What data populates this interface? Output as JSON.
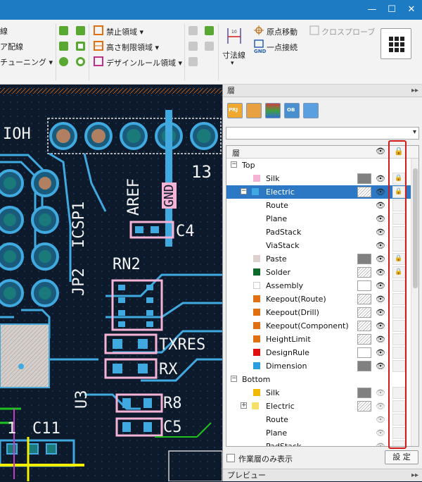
{
  "window": {
    "minimize_glyph": "—",
    "restore_glyph": "☐",
    "close_glyph": "✕"
  },
  "ribbon": {
    "left_labels": [
      "線",
      "ア配線",
      "チューニング ▾"
    ],
    "menu1": [
      "禁止領域 ▾",
      "高さ制限領域 ▾",
      "デザインルール領域 ▾"
    ],
    "dim_label": "寸法線",
    "dim_dropdown": "▾",
    "move_origin": "原点移動",
    "cross_probe": "クロスプローブ",
    "one_point": "一点接続",
    "gnd_text": "GND"
  },
  "pcb": {
    "labels": {
      "ioh": "IOH",
      "aref": "AREF",
      "gnd": "GND",
      "num13": "13",
      "jp2": "JP2",
      "icsp1": "ICSP1",
      "c4": "C4",
      "rn2": "RN2",
      "txres": "TXRES",
      "rx": "RX",
      "u3": "U3",
      "r8": "R8",
      "c5": "C5",
      "c11": "C11",
      "one": "1"
    }
  },
  "panel": {
    "title": "層",
    "pin": "▸▸",
    "combo_arrow": "▾",
    "tree_header": "層",
    "toolbar_icons": [
      {
        "name": "prj-icon",
        "text": "PRJ"
      },
      {
        "name": "layers-stack-icon",
        "text": ""
      },
      {
        "name": "layer-color-icon",
        "text": ""
      },
      {
        "name": "view-icon",
        "text": "OB"
      },
      {
        "name": "window-icon",
        "text": ""
      }
    ],
    "rows": [
      {
        "label": "Top",
        "indent": 0,
        "toggle": "−",
        "swatch": null,
        "color_box": null,
        "eye": "",
        "lock": "",
        "group": true
      },
      {
        "label": "Silk",
        "indent": 2,
        "toggle": null,
        "swatch": "#f5b3d6",
        "color_box": "#808080",
        "eye": "👁",
        "lock": "🔒"
      },
      {
        "label": "Electric",
        "indent": 1,
        "toggle": "−",
        "swatch": "#3fa9e0",
        "color_box": "hatch",
        "eye": "👁",
        "lock": "🔒",
        "selected": true
      },
      {
        "label": "Route",
        "indent": 3,
        "toggle": null,
        "swatch": null,
        "color_box": null,
        "eye": "👁",
        "lock": ""
      },
      {
        "label": "Plane",
        "indent": 3,
        "toggle": null,
        "swatch": null,
        "color_box": null,
        "eye": "👁",
        "lock": ""
      },
      {
        "label": "PadStack",
        "indent": 3,
        "toggle": null,
        "swatch": null,
        "color_box": null,
        "eye": "👁",
        "lock": ""
      },
      {
        "label": "ViaStack",
        "indent": 3,
        "toggle": null,
        "swatch": null,
        "color_box": null,
        "eye": "👁",
        "lock": ""
      },
      {
        "label": "Paste",
        "indent": 2,
        "toggle": null,
        "swatch": "#ddd0cd",
        "color_box": "#808080",
        "eye": "👁",
        "lock": "🔒"
      },
      {
        "label": "Solder",
        "indent": 2,
        "toggle": null,
        "swatch": "#0d6b2a",
        "color_box": "hatch",
        "eye": "👁",
        "lock": "🔒"
      },
      {
        "label": "Assembly",
        "indent": 2,
        "toggle": null,
        "swatch": "#ffffff",
        "color_box": "#ffffff",
        "eye": "👁",
        "lock": ""
      },
      {
        "label": "Keepout(Route)",
        "indent": 2,
        "toggle": null,
        "swatch": "#e07010",
        "color_box": "hatch",
        "eye": "👁",
        "lock": ""
      },
      {
        "label": "Keepout(Drill)",
        "indent": 2,
        "toggle": null,
        "swatch": "#e07010",
        "color_box": "hatch",
        "eye": "👁",
        "lock": ""
      },
      {
        "label": "Keepout(Component)",
        "indent": 2,
        "toggle": null,
        "swatch": "#e07010",
        "color_box": "hatch",
        "eye": "👁",
        "lock": ""
      },
      {
        "label": "HeightLimit",
        "indent": 2,
        "toggle": null,
        "swatch": "#e07010",
        "color_box": "hatch",
        "eye": "👁",
        "lock": ""
      },
      {
        "label": "DesignRule",
        "indent": 2,
        "toggle": null,
        "swatch": "#e01010",
        "color_box": "#ffffff",
        "eye": "👁",
        "lock": ""
      },
      {
        "label": "Dimension",
        "indent": 2,
        "toggle": null,
        "swatch": "#2a9ee0",
        "color_box": "#808080",
        "eye": "👁",
        "lock": ""
      },
      {
        "label": "Bottom",
        "indent": 0,
        "toggle": "−",
        "swatch": null,
        "color_box": null,
        "eye": "",
        "lock": "",
        "group": true
      },
      {
        "label": "Silk",
        "indent": 2,
        "toggle": null,
        "swatch": "#f0b800",
        "color_box": "#808080",
        "eye": "👁",
        "lock": "",
        "dim": true
      },
      {
        "label": "Electric",
        "indent": 1,
        "toggle": "+",
        "swatch": "#f5e06a",
        "color_box": "hatch",
        "eye": "👁",
        "lock": "",
        "dim": true
      },
      {
        "label": "Route",
        "indent": 3,
        "toggle": null,
        "swatch": null,
        "color_box": null,
        "eye": "👁",
        "lock": "",
        "dim": true
      },
      {
        "label": "Plane",
        "indent": 3,
        "toggle": null,
        "swatch": null,
        "color_box": null,
        "eye": "👁",
        "lock": "",
        "dim": true
      },
      {
        "label": "PadStack",
        "indent": 3,
        "toggle": null,
        "swatch": null,
        "color_box": null,
        "eye": "👁",
        "lock": "",
        "dim": true
      }
    ],
    "work_layer_only": "作業層のみ表示",
    "settings_button": "設 定",
    "preview": "プレビュー",
    "highlight_color": "#d11a1a"
  }
}
